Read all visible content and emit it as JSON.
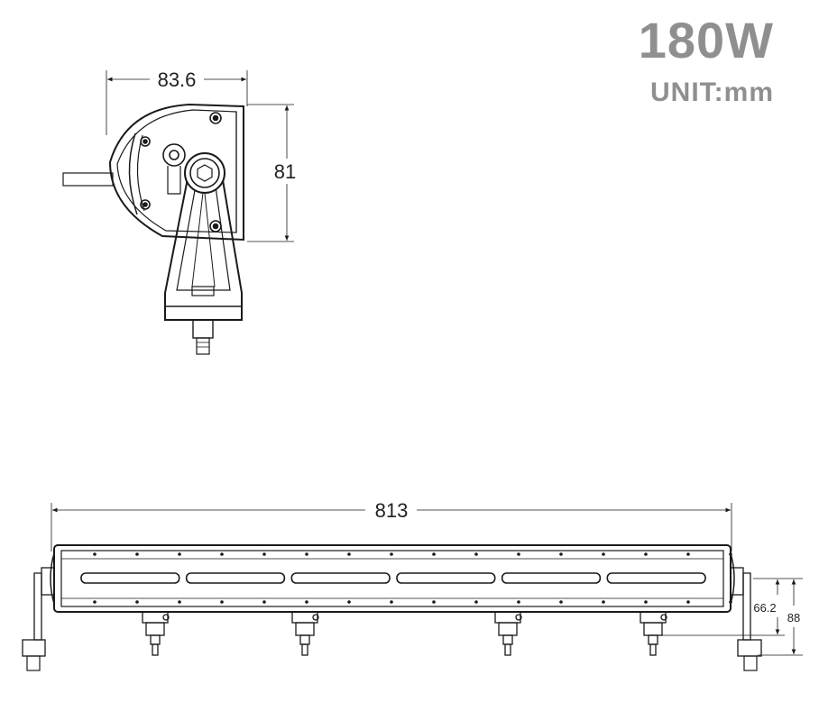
{
  "header": {
    "power_label": "180W",
    "unit_label": "UNIT:mm"
  },
  "side_view": {
    "width_dim": "83.6",
    "height_dim": "81"
  },
  "front_view": {
    "length_dim": "813",
    "inner_height_dim": "66.2",
    "outer_height_dim": "88",
    "led_segments": 6,
    "mount_brackets": 4
  },
  "colors": {
    "line": "#1a1a1a",
    "title_gray": "#8f8f8f",
    "background": "#ffffff"
  }
}
